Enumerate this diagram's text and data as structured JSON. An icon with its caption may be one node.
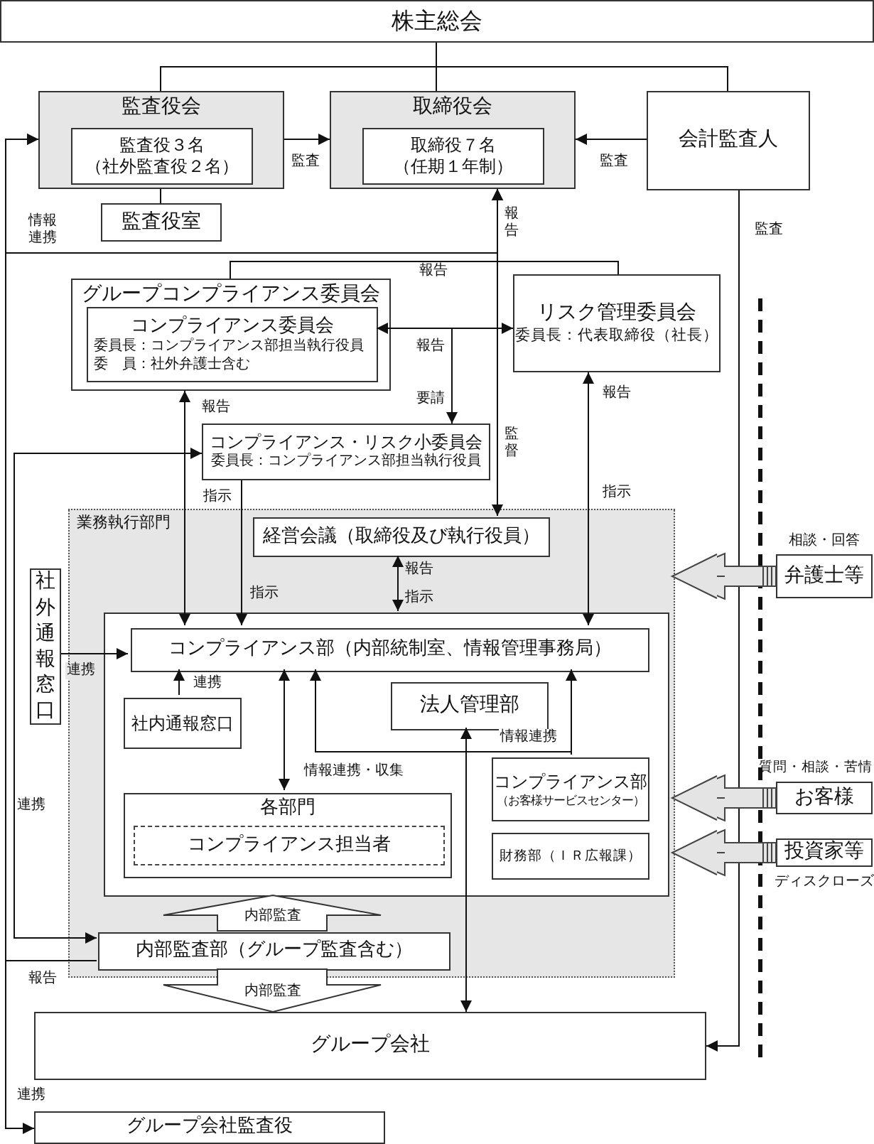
{
  "diagram": {
    "nodes": [
      {
        "text": [
          "株主総会"
        ]
      },
      {
        "text": [
          "監査役会"
        ]
      },
      {
        "text": [
          "監査役３名",
          "（社外監査役２名）"
        ],
        "in": 1
      },
      {
        "text": [
          "監査役室"
        ]
      },
      {
        "text": [
          "取締役会"
        ]
      },
      {
        "text": [
          "取締役７名",
          "（任期１年制）"
        ],
        "in": 4
      },
      {
        "text": [
          "会計監査人"
        ]
      },
      {
        "text": [
          "グループコンプライアンス委員会"
        ]
      },
      {
        "text": [
          "コンプライアンス委員会",
          "委員長：コンプライアンス部担当執行役員",
          "委　員：社外弁護士含む"
        ],
        "in": 7
      },
      {
        "text": [
          "リスク管理委員会",
          "委員長：代表取締役（社長）"
        ]
      },
      {
        "text": [
          "コンプライアンス・リスク小委員会",
          "委員長：コンプライアンス部担当執行役員"
        ]
      },
      {
        "text": [
          "業務執行部門"
        ]
      },
      {
        "text": [
          "経営会議（取締役及び執行役員）"
        ],
        "in": 11
      },
      {
        "text": [],
        "shape": "box",
        "in": 11
      },
      {
        "text": [
          "社外通報窓口"
        ]
      },
      {
        "text": [
          "コンプライアンス部（内部統制室、情報管理事務局）"
        ],
        "in": 13
      },
      {
        "text": [
          "社内通報窓口"
        ],
        "in": 13
      },
      {
        "text": [
          "法人管理部"
        ],
        "in": 13
      },
      {
        "text": [
          "各部門"
        ],
        "in": 13
      },
      {
        "text": [
          "コンプライアンス担当者"
        ],
        "in": 18
      },
      {
        "text": [
          "コンプライアンス部",
          "（お客様サービスセンター）"
        ],
        "in": 13
      },
      {
        "text": [
          "財務部（ＩＲ広報課）"
        ],
        "in": 13
      },
      {
        "text": [
          "内部監査部（グループ監査含む）"
        ],
        "in": 11
      },
      {
        "text": [
          "グループ会社"
        ]
      },
      {
        "text": [
          "グループ会社監査役"
        ]
      },
      {
        "text": [
          "弁護士等"
        ],
        "beside": [
          "相談・回答"
        ]
      },
      {
        "text": [
          "お客様"
        ],
        "beside": [
          "質問・相談・苦情"
        ]
      },
      {
        "text": [
          "投資家等"
        ],
        "beside": [
          "ディスクローズ"
        ]
      }
    ],
    "edges": [
      {
        "from": 0,
        "to": 1,
        "arrow": "none"
      },
      {
        "from": 0,
        "to": 4,
        "arrow": "none"
      },
      {
        "from": 0,
        "to": 6,
        "arrow": "none"
      },
      {
        "from": 1,
        "to": 4,
        "arrow": "to",
        "label": "監査"
      },
      {
        "from": 6,
        "to": 4,
        "arrow": "to",
        "label": "監査"
      },
      {
        "from": 1,
        "to": 3,
        "arrow": "none"
      },
      {
        "from": 6,
        "to": 23,
        "arrow": "to",
        "label": "監査"
      },
      {
        "from": 4,
        "to": 12,
        "arrow": "both",
        "label": "監督"
      },
      {
        "from": 12,
        "to": 1,
        "arrow": "to",
        "label": "情報連携"
      },
      {
        "from": 7,
        "to": 4,
        "arrow": "to",
        "label": "報告"
      },
      {
        "from": 9,
        "to": 4,
        "arrow": "to"
      },
      {
        "from": 8,
        "to": 9,
        "arrow": "both",
        "label": "報告"
      },
      {
        "from": 8,
        "to": 10,
        "arrow": "to",
        "label": "要請"
      },
      {
        "from": 7,
        "to": 15,
        "arrow": "both",
        "label": "報告"
      },
      {
        "from": 10,
        "to": 15,
        "arrow": "to",
        "label": "指示"
      },
      {
        "from": 9,
        "to": 15,
        "arrow": "both",
        "label": "報告"
      },
      {
        "from": 12,
        "to": 13,
        "arrow": "both",
        "label": "報告"
      },
      {
        "from": 14,
        "to": 15,
        "arrow": "to",
        "label": "連携"
      },
      {
        "from": 16,
        "to": 15,
        "arrow": "to",
        "label": "連携"
      },
      {
        "from": 15,
        "to": 18,
        "arrow": "both",
        "label": "情報連携・収集"
      },
      {
        "from": 20,
        "to": 15,
        "arrow": "to",
        "label": "情報連携"
      },
      {
        "from": 20,
        "to": 15,
        "arrow": "to"
      },
      {
        "from": 17,
        "to": 23,
        "arrow": "both"
      },
      {
        "from": 22,
        "to": 13,
        "arrow": "to",
        "label": "内部監査"
      },
      {
        "from": 22,
        "to": 23,
        "arrow": "to",
        "label": "内部監査"
      },
      {
        "from": 22,
        "to": 10,
        "arrow": "both",
        "label": "連携"
      },
      {
        "from": 22,
        "to": 1,
        "arrow": "to",
        "label": "報告"
      },
      {
        "from": 1,
        "to": 24,
        "arrow": "to",
        "label": "連携"
      },
      {
        "from": 25,
        "to": 11,
        "arrow": "to"
      },
      {
        "from": 26,
        "to": 11,
        "arrow": "to"
      },
      {
        "from": 27,
        "to": 11,
        "arrow": "to"
      }
    ],
    "labels": [
      "報告",
      "指示",
      "指示",
      "指示"
    ]
  }
}
